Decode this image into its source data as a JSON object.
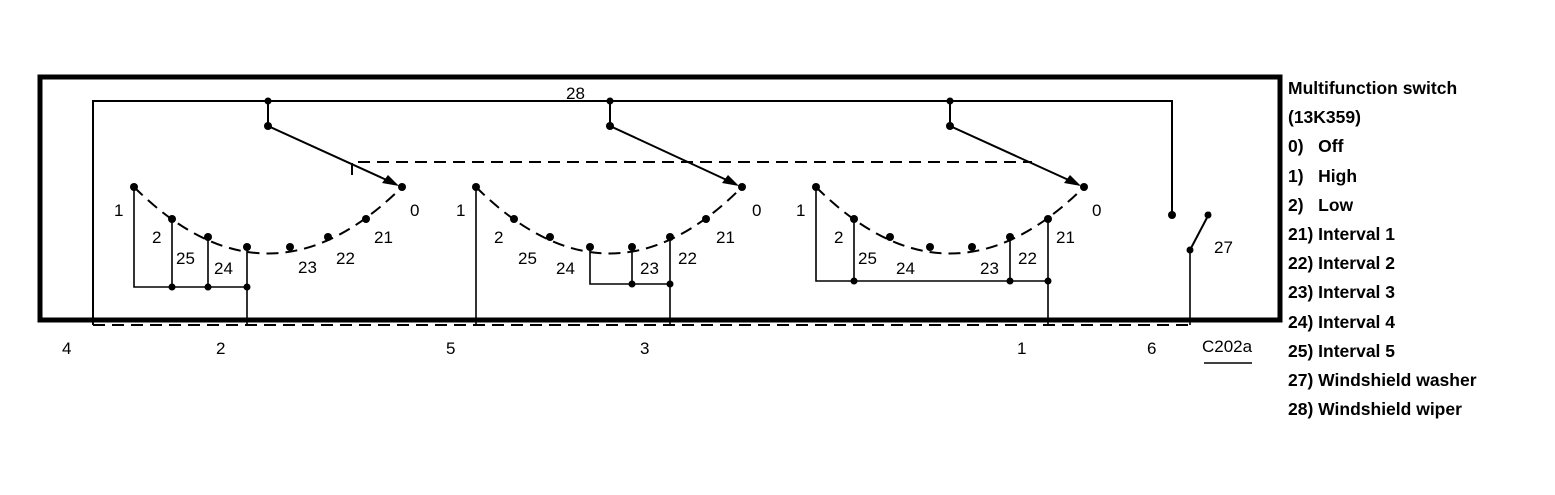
{
  "legend": {
    "title": "Multifunction switch",
    "part_number": "(13K359)",
    "items": [
      {
        "key": "0)",
        "text": "Off"
      },
      {
        "key": "1)",
        "text": "High"
      },
      {
        "key": "2)",
        "text": "Low"
      },
      {
        "key": "21)",
        "text": "Interval 1"
      },
      {
        "key": "22)",
        "text": "Interval 2"
      },
      {
        "key": "23)",
        "text": "Interval 3"
      },
      {
        "key": "24)",
        "text": "Interval 4"
      },
      {
        "key": "25)",
        "text": "Interval 5"
      },
      {
        "key": "27)",
        "text": "Windshield washer"
      },
      {
        "key": "28)",
        "text": "Windshield wiper"
      }
    ]
  },
  "wiper_label": "28",
  "washer_label": "27",
  "connector": "C202a",
  "pins": [
    "4",
    "2",
    "5",
    "3",
    "1",
    "6"
  ],
  "deck_labels": {
    "pos1": "1",
    "pos2": "2",
    "pos25": "25",
    "pos24": "24",
    "pos23": "23",
    "pos22": "22",
    "pos21": "21",
    "pos0": "0"
  }
}
